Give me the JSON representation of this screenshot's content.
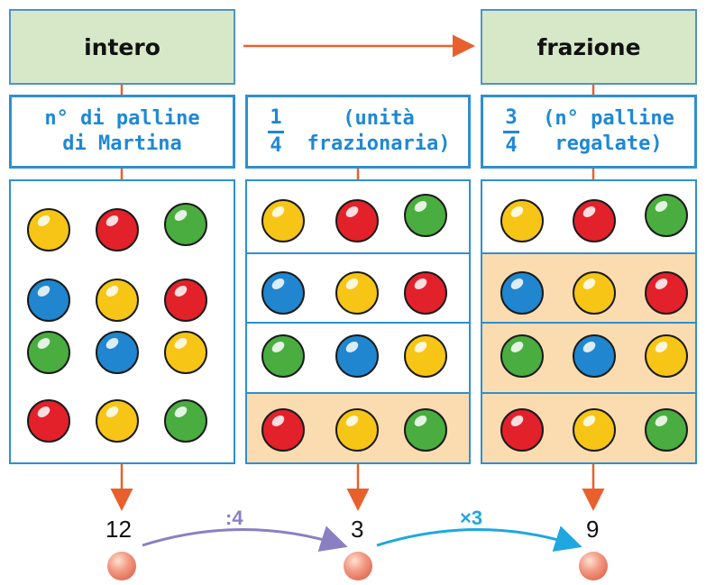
{
  "colors": {
    "accent": "#2f8fd0",
    "text_blue": "#1e88d6",
    "header_bg": "#d6e8c8",
    "shade": "#fbdcb0",
    "arrow": "#e8602c",
    "op_div": "#8b7fc4",
    "op_mul": "#1ea7e0"
  },
  "headers": {
    "left": "intero",
    "right": "frazione"
  },
  "labels": {
    "col1": {
      "line1": "n° di palline",
      "line2": "di Martina"
    },
    "col2": {
      "num": "1",
      "den": "4",
      "text1": "(unità",
      "text2": "frazionaria)"
    },
    "col3": {
      "num": "3",
      "den": "4",
      "text1": "(n° palline",
      "text2": "regalate)"
    }
  },
  "numbers": {
    "n1": "12",
    "n2": "3",
    "n3": "9"
  },
  "operations": {
    "div": ":4",
    "mul": "×3"
  },
  "balls": {
    "col1": [
      [
        "yellow",
        "red",
        "green"
      ],
      [
        "blue",
        "yellow",
        "red"
      ],
      [
        "green",
        "blue",
        "yellow"
      ],
      [
        "red",
        "yellow",
        "green"
      ]
    ],
    "col2": [
      [
        "yellow",
        "red",
        "green"
      ],
      [
        "blue",
        "yellow",
        "red"
      ],
      [
        "green",
        "blue",
        "yellow"
      ],
      [
        "red",
        "yellow",
        "green"
      ]
    ],
    "col3": [
      [
        "yellow",
        "red",
        "green"
      ],
      [
        "blue",
        "yellow",
        "red"
      ],
      [
        "green",
        "blue",
        "yellow"
      ],
      [
        "red",
        "yellow",
        "green"
      ]
    ]
  },
  "ball_colors": {
    "yellow": "#f6c516",
    "red": "#e2212b",
    "green": "#49ad3f",
    "blue": "#1f86cf"
  }
}
